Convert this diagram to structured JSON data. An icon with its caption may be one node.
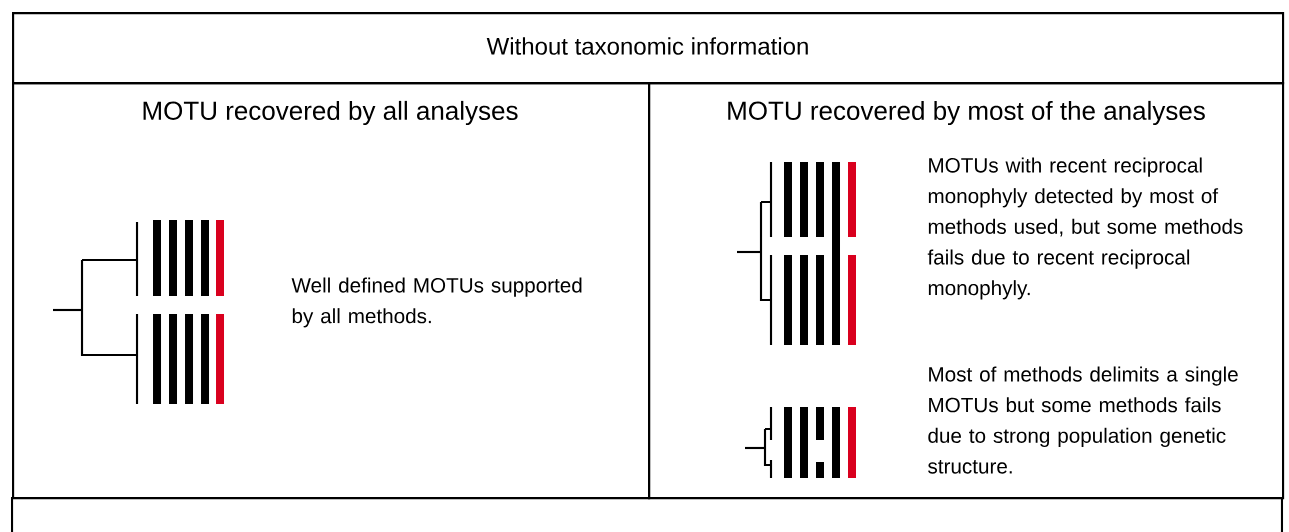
{
  "diagram": {
    "nodes": [
      {
        "text": [
          "Without taxonomic information"
        ]
      },
      {
        "text": [
          "MOTU recovered by all analyses"
        ]
      },
      {
        "text": [
          "MOTU recovered by most of the analyses"
        ]
      }
    ],
    "edges": [],
    "labels": [
      "Well defined MOTUs supported by all methods.",
      "MOTUs with recent reciprocal monophyly detected by most of methods used, but some methods fails due to recent reciprocal monophyly.",
      "Most of methods delimits a single MOTUs but some methods fails due to strong population genetic structure."
    ]
  }
}
